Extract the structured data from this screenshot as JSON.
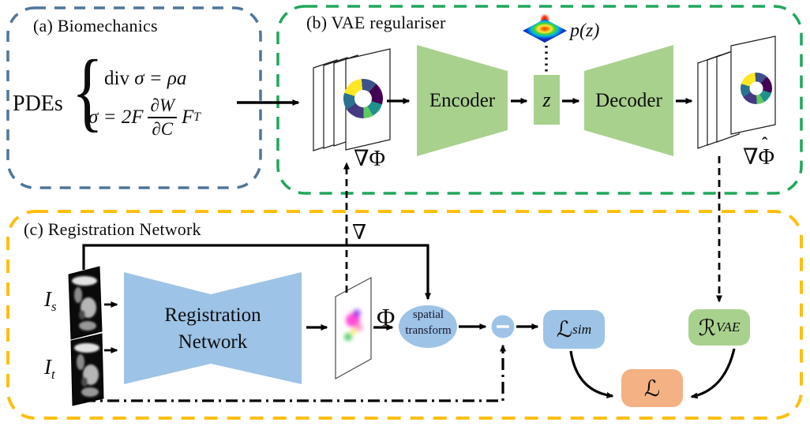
{
  "figure": {
    "panel_a": {
      "title": "(a) Biomechanics",
      "pdes_label": "PDEs",
      "brace": "{",
      "eq1_prefix": "div",
      "eq1_rest": "σ = ρa",
      "eq2_lead": "σ = 2F",
      "eq2_frac_num": "∂W",
      "eq2_frac_den": "∂C",
      "eq2_tail": "F",
      "eq2_sup": "T"
    },
    "panel_b": {
      "title": "(b) VAE regulariser",
      "encoder": "Encoder",
      "latent": "z",
      "prior": "p(z)",
      "decoder": "Decoder",
      "grad_phi": "∇Φ",
      "grad_phi_hat_base": "∇Φ",
      "hat": "ˆ"
    },
    "panel_c": {
      "title": "(c) Registration Network",
      "source_base": "I",
      "source_sub": "s",
      "target_base": "I",
      "target_sub": "t",
      "network_line1": "Registration",
      "network_line2": "Network",
      "phi": "Φ",
      "nabla": "∇",
      "spatial_line1": "spatial",
      "spatial_line2": "transform",
      "loss_sim_base": "ℒ",
      "loss_sim_sub": "sim",
      "reg_vae_base": "ℛ",
      "reg_vae_sub": "VAE",
      "total_loss": "ℒ"
    },
    "colors": {
      "panel_a_border": "#4f7699",
      "panel_b_border": "#1fa75a",
      "panel_c_border": "#fdbf0f",
      "network_green": "#a9d18e",
      "network_blue": "#9dc3e6",
      "loss_orange": "#f4b183"
    }
  }
}
